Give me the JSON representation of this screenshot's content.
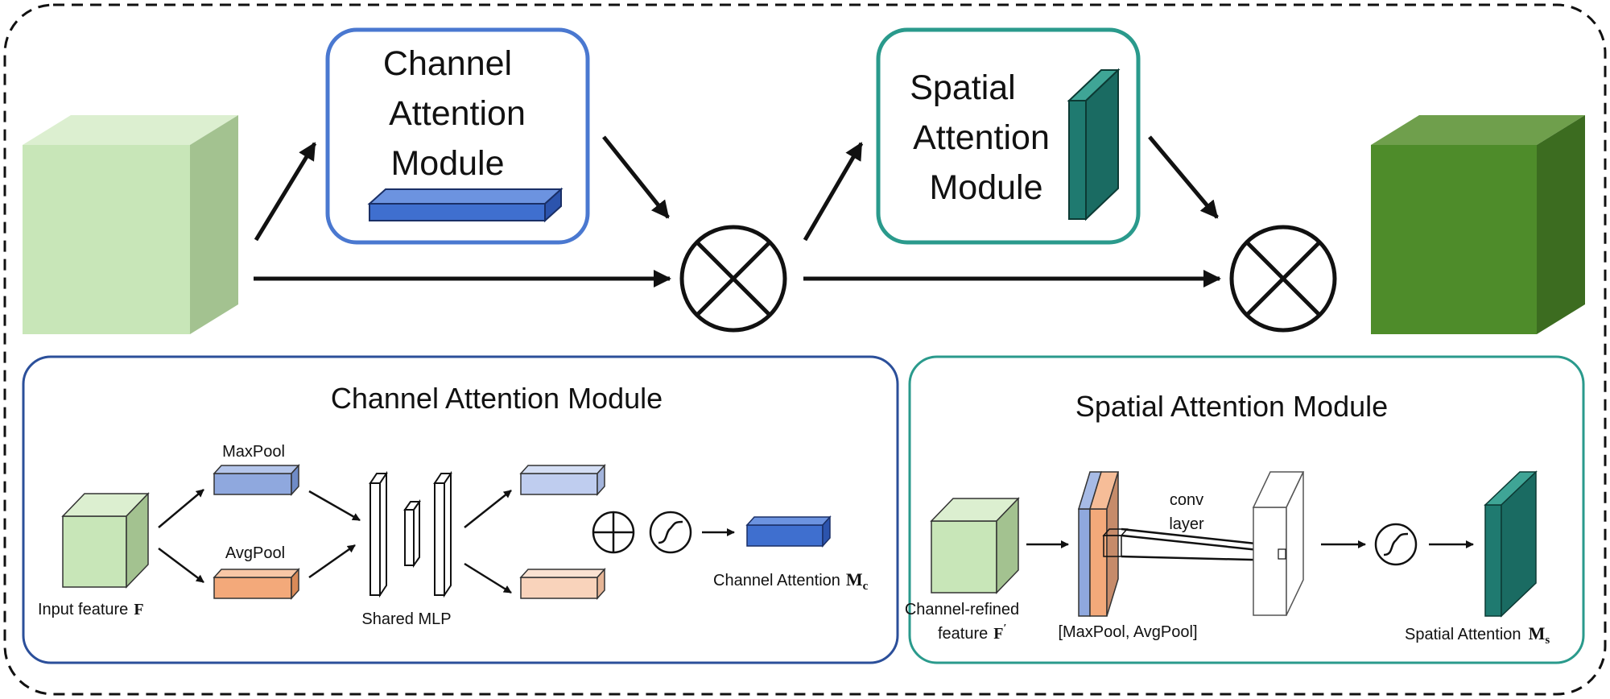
{
  "colors": {
    "frame_dash": "#111111",
    "channel_accent": "#4a78d0",
    "spatial_accent": "#2a9a8c",
    "cam_panel_border": "#2b4f9a",
    "sam_panel_border": "#2a9a8c",
    "input_cube_light": "#c8e6b8",
    "output_cube_dark": "#4e8c2a",
    "channel_bar": "#3f6fcf",
    "spatial_map": "#1f7a70",
    "maxpool_bar": "#8fa8de",
    "avgpool_bar": "#f3a97a"
  },
  "top_flow": {
    "channel_module_label": [
      "Channel",
      "Attention",
      "Module"
    ],
    "spatial_module_label": [
      "Spatial",
      "Attention",
      "Module"
    ],
    "multiply_icon": "multiply-circle-icon"
  },
  "channel_panel": {
    "title": "Channel Attention Module",
    "input_label": "Input feature",
    "input_symbol": "F",
    "maxpool_label": "MaxPool",
    "avgpool_label": "AvgPool",
    "mlp_label": "Shared MLP",
    "output_label": "Channel Attention",
    "output_symbol": "M",
    "output_subscript": "c",
    "sum_icon": "plus-circle-icon",
    "sigmoid_icon": "sigmoid-icon"
  },
  "spatial_panel": {
    "title": "Spatial Attention Module",
    "input_label_line1": "Channel-refined",
    "input_label_line2": "feature",
    "input_symbol": "F",
    "input_prime": "′",
    "pool_label": "[MaxPool, AvgPool]",
    "conv_label_line1": "conv",
    "conv_label_line2": "layer",
    "output_label": "Spatial Attention",
    "output_symbol": "M",
    "output_subscript": "s",
    "sigmoid_icon": "sigmoid-icon"
  }
}
